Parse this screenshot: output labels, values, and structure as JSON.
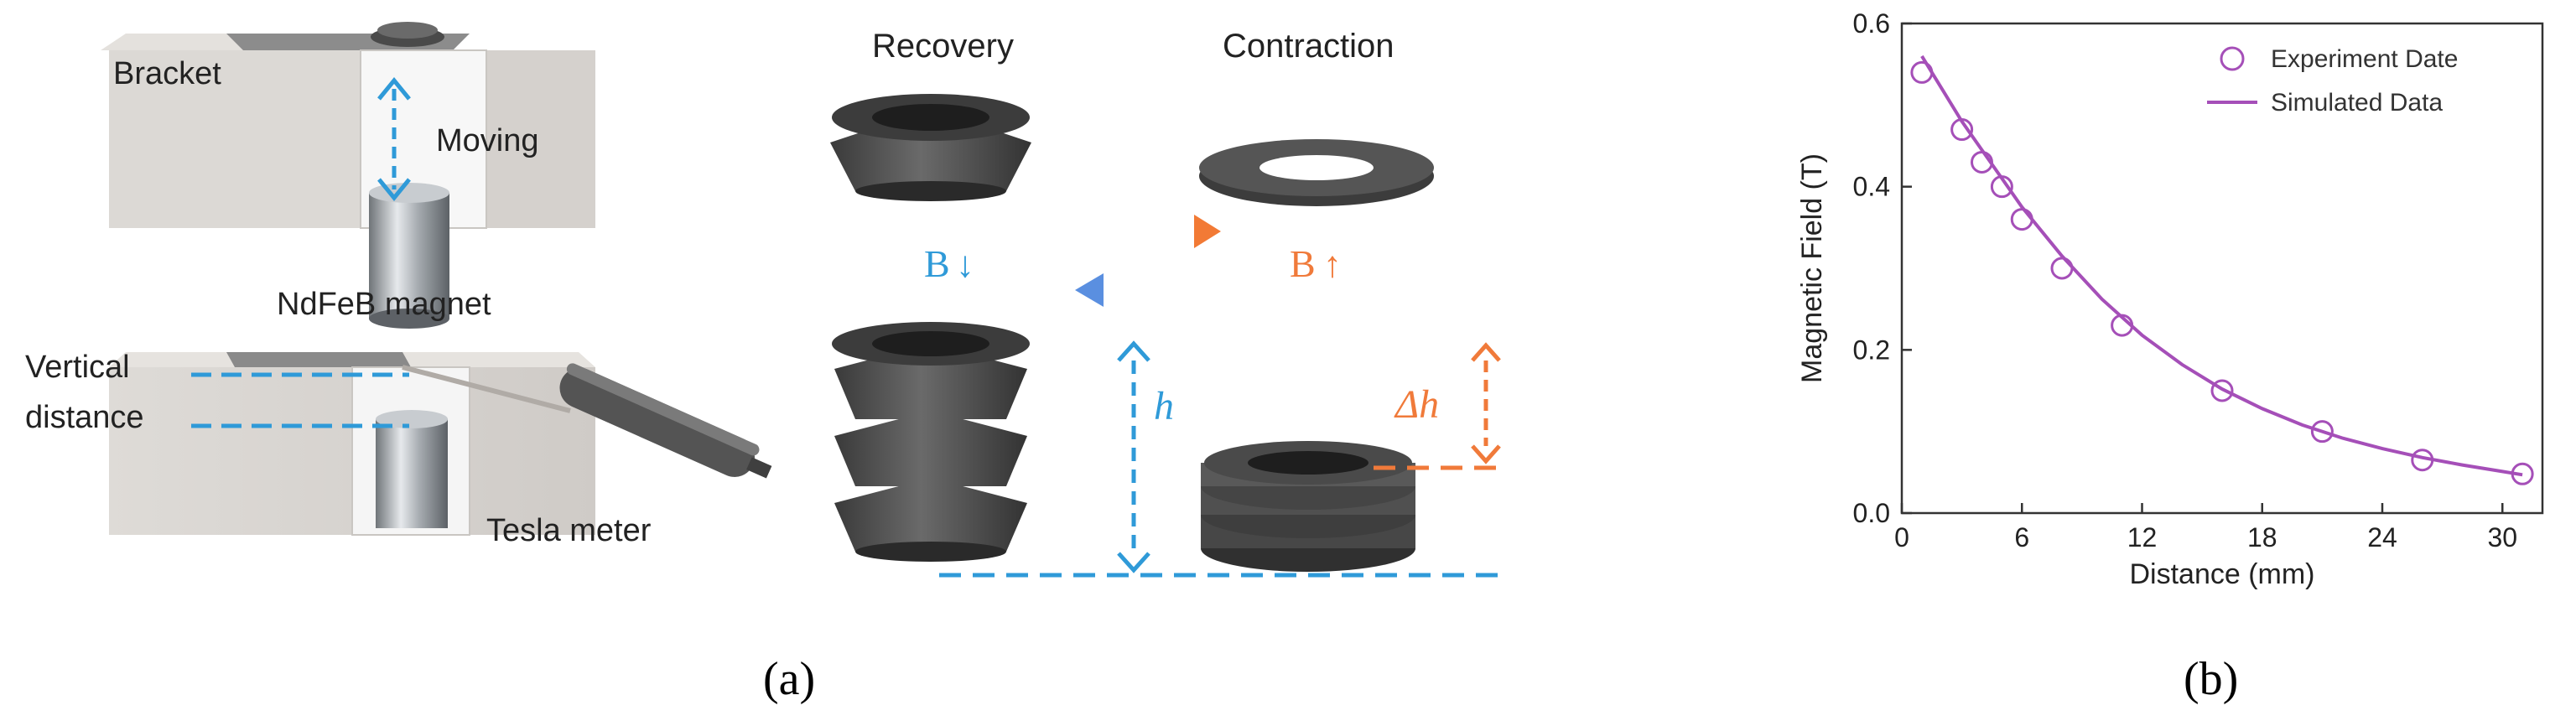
{
  "panel_a": {
    "labels": {
      "bracket": "Bracket",
      "moving": "Moving",
      "magnet": "NdFeB magnet",
      "vertical": "Vertical",
      "distance": "distance",
      "tesla": "Tesla meter",
      "recovery": "Recovery",
      "contraction": "Contraction",
      "b_down": "B",
      "b_down_arrow": "↓",
      "b_up": "B",
      "b_up_arrow": "↑",
      "h": "h",
      "delta_h": "Δh"
    },
    "caption": "(a)",
    "colors": {
      "blue": "#2f9ad8",
      "orange": "#f07a3a",
      "gray": "#5a5a5a"
    }
  },
  "panel_b": {
    "caption": "(b)"
  },
  "chart_data": {
    "type": "scatter",
    "xlabel": "Distance (mm)",
    "ylabel": "Magnetic Field (T)",
    "xlim": [
      0,
      32
    ],
    "ylim": [
      0,
      0.6
    ],
    "x_ticks": [
      0,
      6,
      12,
      18,
      24,
      30
    ],
    "y_ticks": [
      0.0,
      0.2,
      0.4,
      0.6
    ],
    "y_tick_labels": [
      "0.0",
      "0.2",
      "0.4",
      "0.6"
    ],
    "legend_position": "top-right",
    "series": [
      {
        "name": "Experiment Date",
        "kind": "markers",
        "color": "#a54fb8",
        "points": [
          [
            1,
            0.54
          ],
          [
            3,
            0.47
          ],
          [
            4,
            0.43
          ],
          [
            5,
            0.4
          ],
          [
            6,
            0.36
          ],
          [
            8,
            0.3
          ],
          [
            11,
            0.23
          ],
          [
            16,
            0.15
          ],
          [
            21,
            0.1
          ],
          [
            26,
            0.065
          ],
          [
            31,
            0.048
          ]
        ]
      },
      {
        "name": "Simulated Data",
        "kind": "line",
        "color": "#a54fb8",
        "points": [
          [
            1,
            0.56
          ],
          [
            2,
            0.52
          ],
          [
            3,
            0.48
          ],
          [
            4,
            0.445
          ],
          [
            5,
            0.41
          ],
          [
            6,
            0.375
          ],
          [
            7,
            0.345
          ],
          [
            8,
            0.315
          ],
          [
            10,
            0.262
          ],
          [
            12,
            0.218
          ],
          [
            14,
            0.182
          ],
          [
            16,
            0.152
          ],
          [
            18,
            0.128
          ],
          [
            20,
            0.108
          ],
          [
            22,
            0.092
          ],
          [
            24,
            0.079
          ],
          [
            26,
            0.068
          ],
          [
            28,
            0.059
          ],
          [
            30,
            0.051
          ],
          [
            31,
            0.047
          ]
        ]
      }
    ]
  }
}
